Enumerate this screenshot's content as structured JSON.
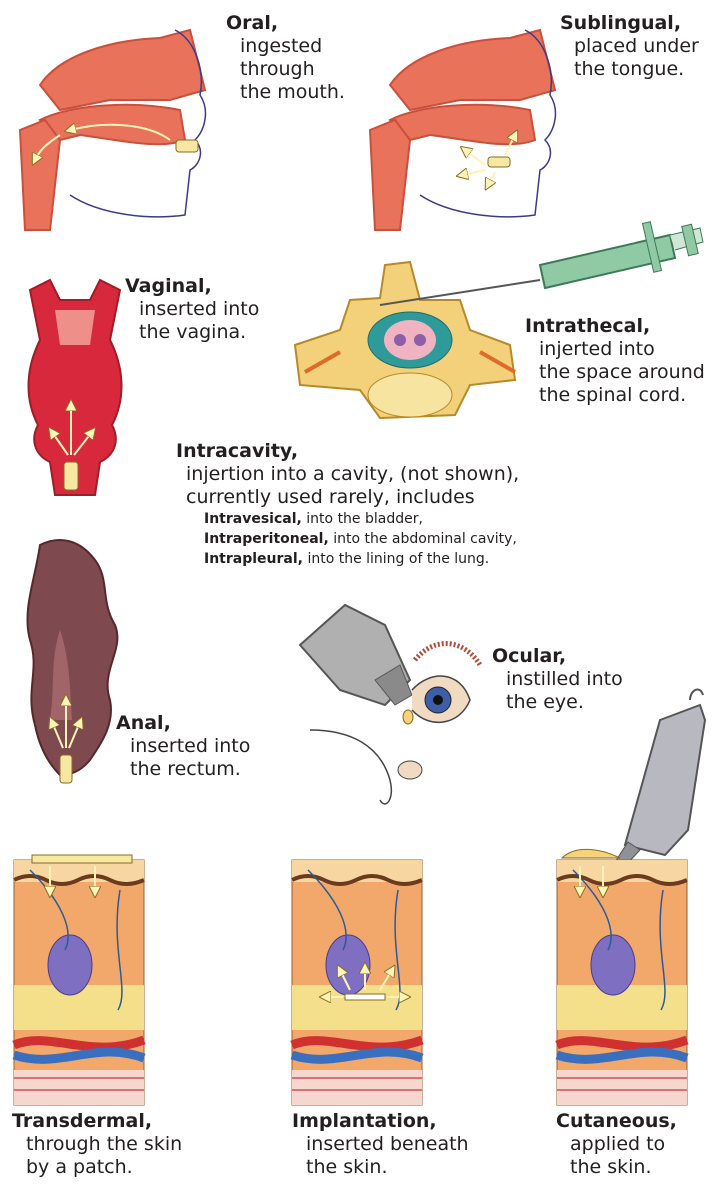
{
  "routes": {
    "oral": {
      "name": "Oral,",
      "desc": [
        "ingested",
        "through",
        "the mouth."
      ]
    },
    "sublingual": {
      "name": "Sublingual,",
      "desc": [
        "placed under",
        "the tongue."
      ]
    },
    "vaginal": {
      "name": "Vaginal,",
      "desc": [
        "inserted into",
        "the vagina."
      ]
    },
    "intrathecal": {
      "name": "Intrathecal,",
      "desc": [
        "injerted into",
        "the space around",
        "the spinal cord."
      ]
    },
    "intracavity": {
      "name": "Intracavity,",
      "desc": [
        "injertion into a cavity, (not shown),",
        "currently used rarely, includes"
      ],
      "subtypes": [
        {
          "name": "Intravesical,",
          "desc": "into the bladder,"
        },
        {
          "name": "Intraperitoneal,",
          "desc": "into the abdominal cavity,"
        },
        {
          "name": "Intrapleural,",
          "desc": "into the lining of the lung."
        }
      ]
    },
    "anal": {
      "name": "Anal,",
      "desc": [
        "inserted into",
        "the rectum."
      ]
    },
    "ocular": {
      "name": "Ocular,",
      "desc": [
        "instilled into",
        "the eye."
      ]
    },
    "transdermal": {
      "name": "Transdermal,",
      "desc": [
        "through the skin",
        "by a patch."
      ]
    },
    "implantation": {
      "name": "Implantation,",
      "desc": [
        "inserted beneath",
        "the skin."
      ]
    },
    "cutaneous": {
      "name": "Cutaneous,",
      "desc": [
        "applied to",
        "the skin."
      ]
    }
  },
  "colors": {
    "tissue": "#e8735a",
    "tissue_dark": "#c9503d",
    "vaginal_red": "#d8283c",
    "rectum": "#7e4a4f",
    "bone": "#f3d07a",
    "syringe": "#8fcaa5",
    "skin": "#f2a86a",
    "fat": "#f4e08a",
    "arrow": "#fff4b8",
    "outline": "#3b3a8a"
  }
}
